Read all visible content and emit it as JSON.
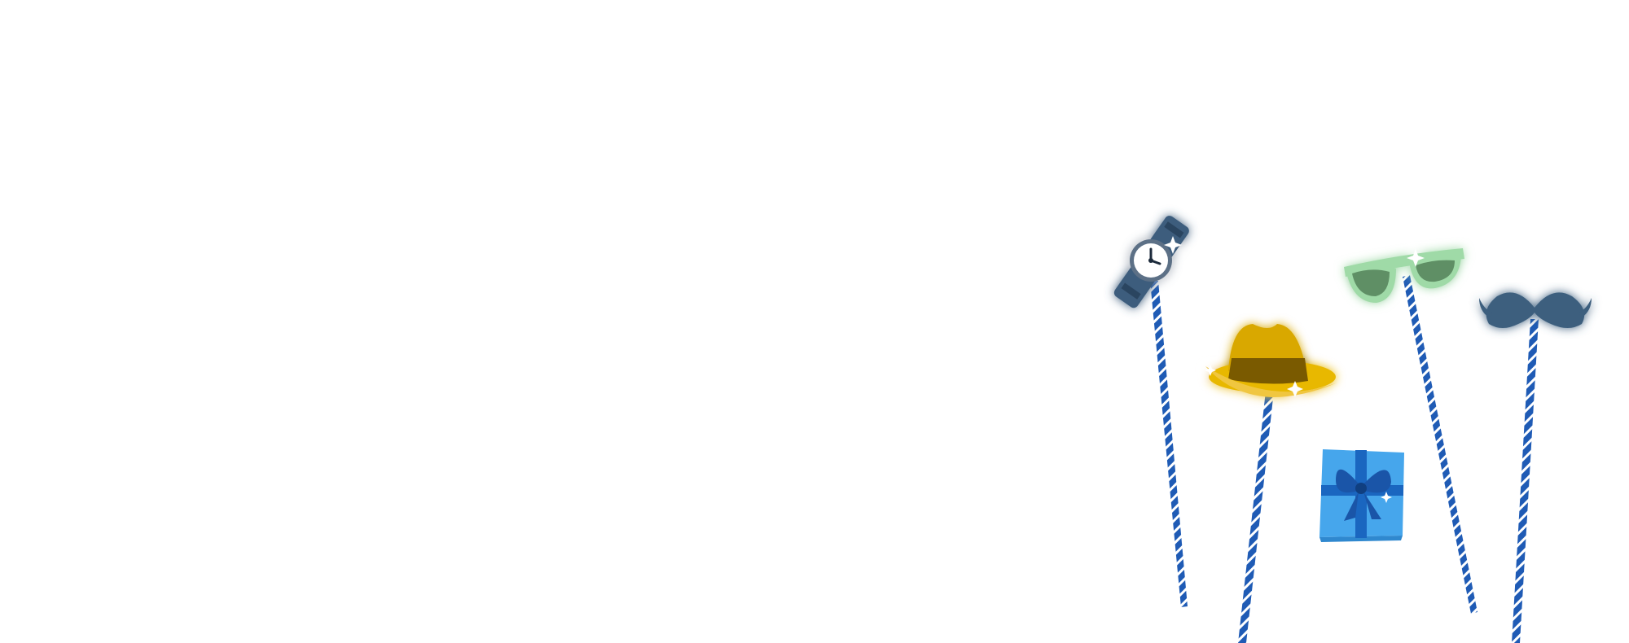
{
  "scene": {
    "background": "#ffffff",
    "props": [
      {
        "name": "wristwatch",
        "icon": "watch-icon"
      },
      {
        "name": "fedora-hat",
        "icon": "hat-icon"
      },
      {
        "name": "gift-box",
        "icon": "gift-icon"
      },
      {
        "name": "sunglasses",
        "icon": "sunglasses-icon"
      },
      {
        "name": "mustache",
        "icon": "mustache-icon"
      }
    ]
  },
  "colors": {
    "stick": "#1f5bb5",
    "stick_stripe": "#ffffff",
    "watch_band": "#3e5d7d",
    "watch_face": "#ffffff",
    "hat": "#d9a800",
    "hat_band": "#7a5a00",
    "gift": "#46a6ec",
    "gift_ribbon": "#1a66c0",
    "glasses_frame": "#9fdaa7",
    "glasses_lens": "#5f8f65",
    "mustache": "#3c5e7e"
  }
}
